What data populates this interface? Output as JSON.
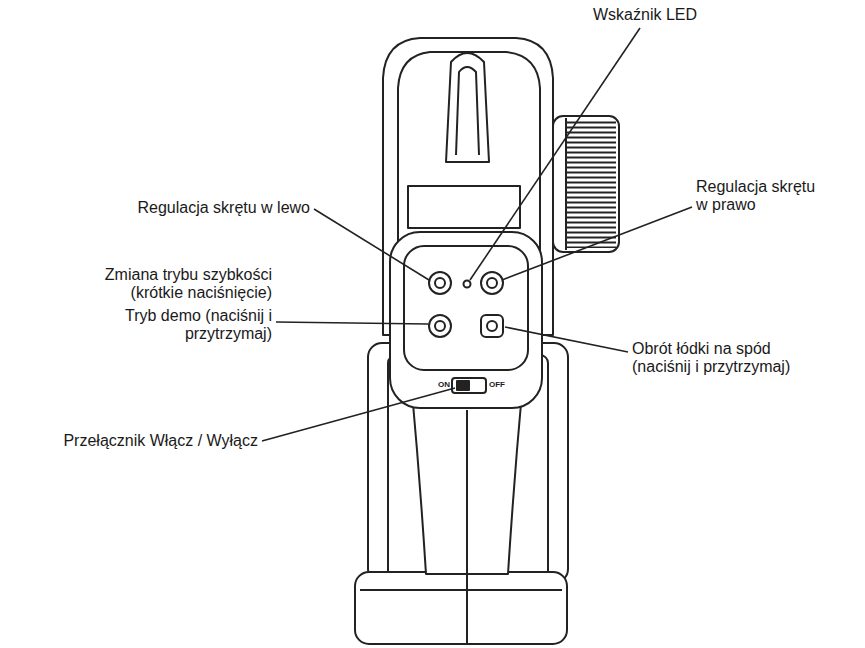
{
  "diagram": {
    "labels": [
      "Wskaźnik LED",
      "Regulacja skrętu w lewo",
      "Regulacja skrętu w prawo",
      "Zmiana trybu szybkości (krótkie naciśnięcie)",
      "Tryb demo (naciśnij i przytrzymaj)",
      "Obrót łódki na spód (naciśnij i przytrzymaj)",
      "Przełącznik Włącz / Wyłącz",
      "ON",
      "OFF"
    ]
  }
}
